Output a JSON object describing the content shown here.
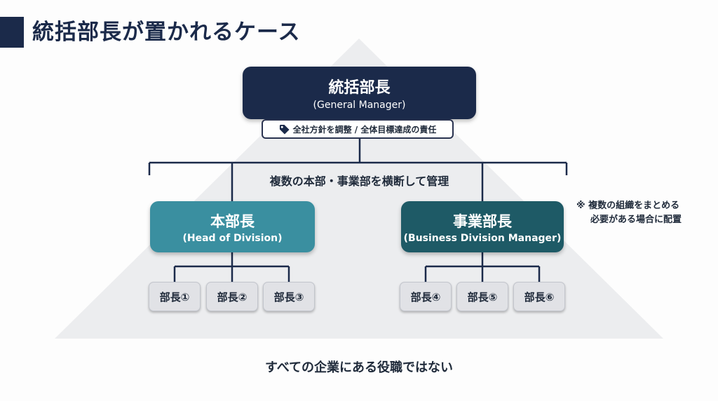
{
  "page": {
    "title": "統括部長が置かれるケース"
  },
  "general_manager": {
    "title": "統括部長",
    "subtitle": "(General Manager)",
    "note": "全社方針を調整 / 全体目標達成の責任",
    "note_icon": "tag-icon"
  },
  "cross_label": "複数の本部・事業部を横断して管理",
  "head_of_division": {
    "title": "本部長",
    "subtitle": "(Head of Division)",
    "managers": [
      "部長①",
      "部長②",
      "部長③"
    ]
  },
  "business_division_manager": {
    "title": "事業部長",
    "subtitle": "(Business Division Manager)",
    "managers": [
      "部長④",
      "部長⑤",
      "部長⑥"
    ]
  },
  "side_note": {
    "line1": "※ 複数の組織をまとめる",
    "line2": "必要がある場合に配置"
  },
  "caption": "すべての企業にある役職ではない",
  "colors": {
    "navy": "#1b2a4a",
    "teal_light": "#3a8fa0",
    "teal_dark": "#1e5a66",
    "pyramid": "#ecedef",
    "manager_box": "#e1e2e6"
  }
}
